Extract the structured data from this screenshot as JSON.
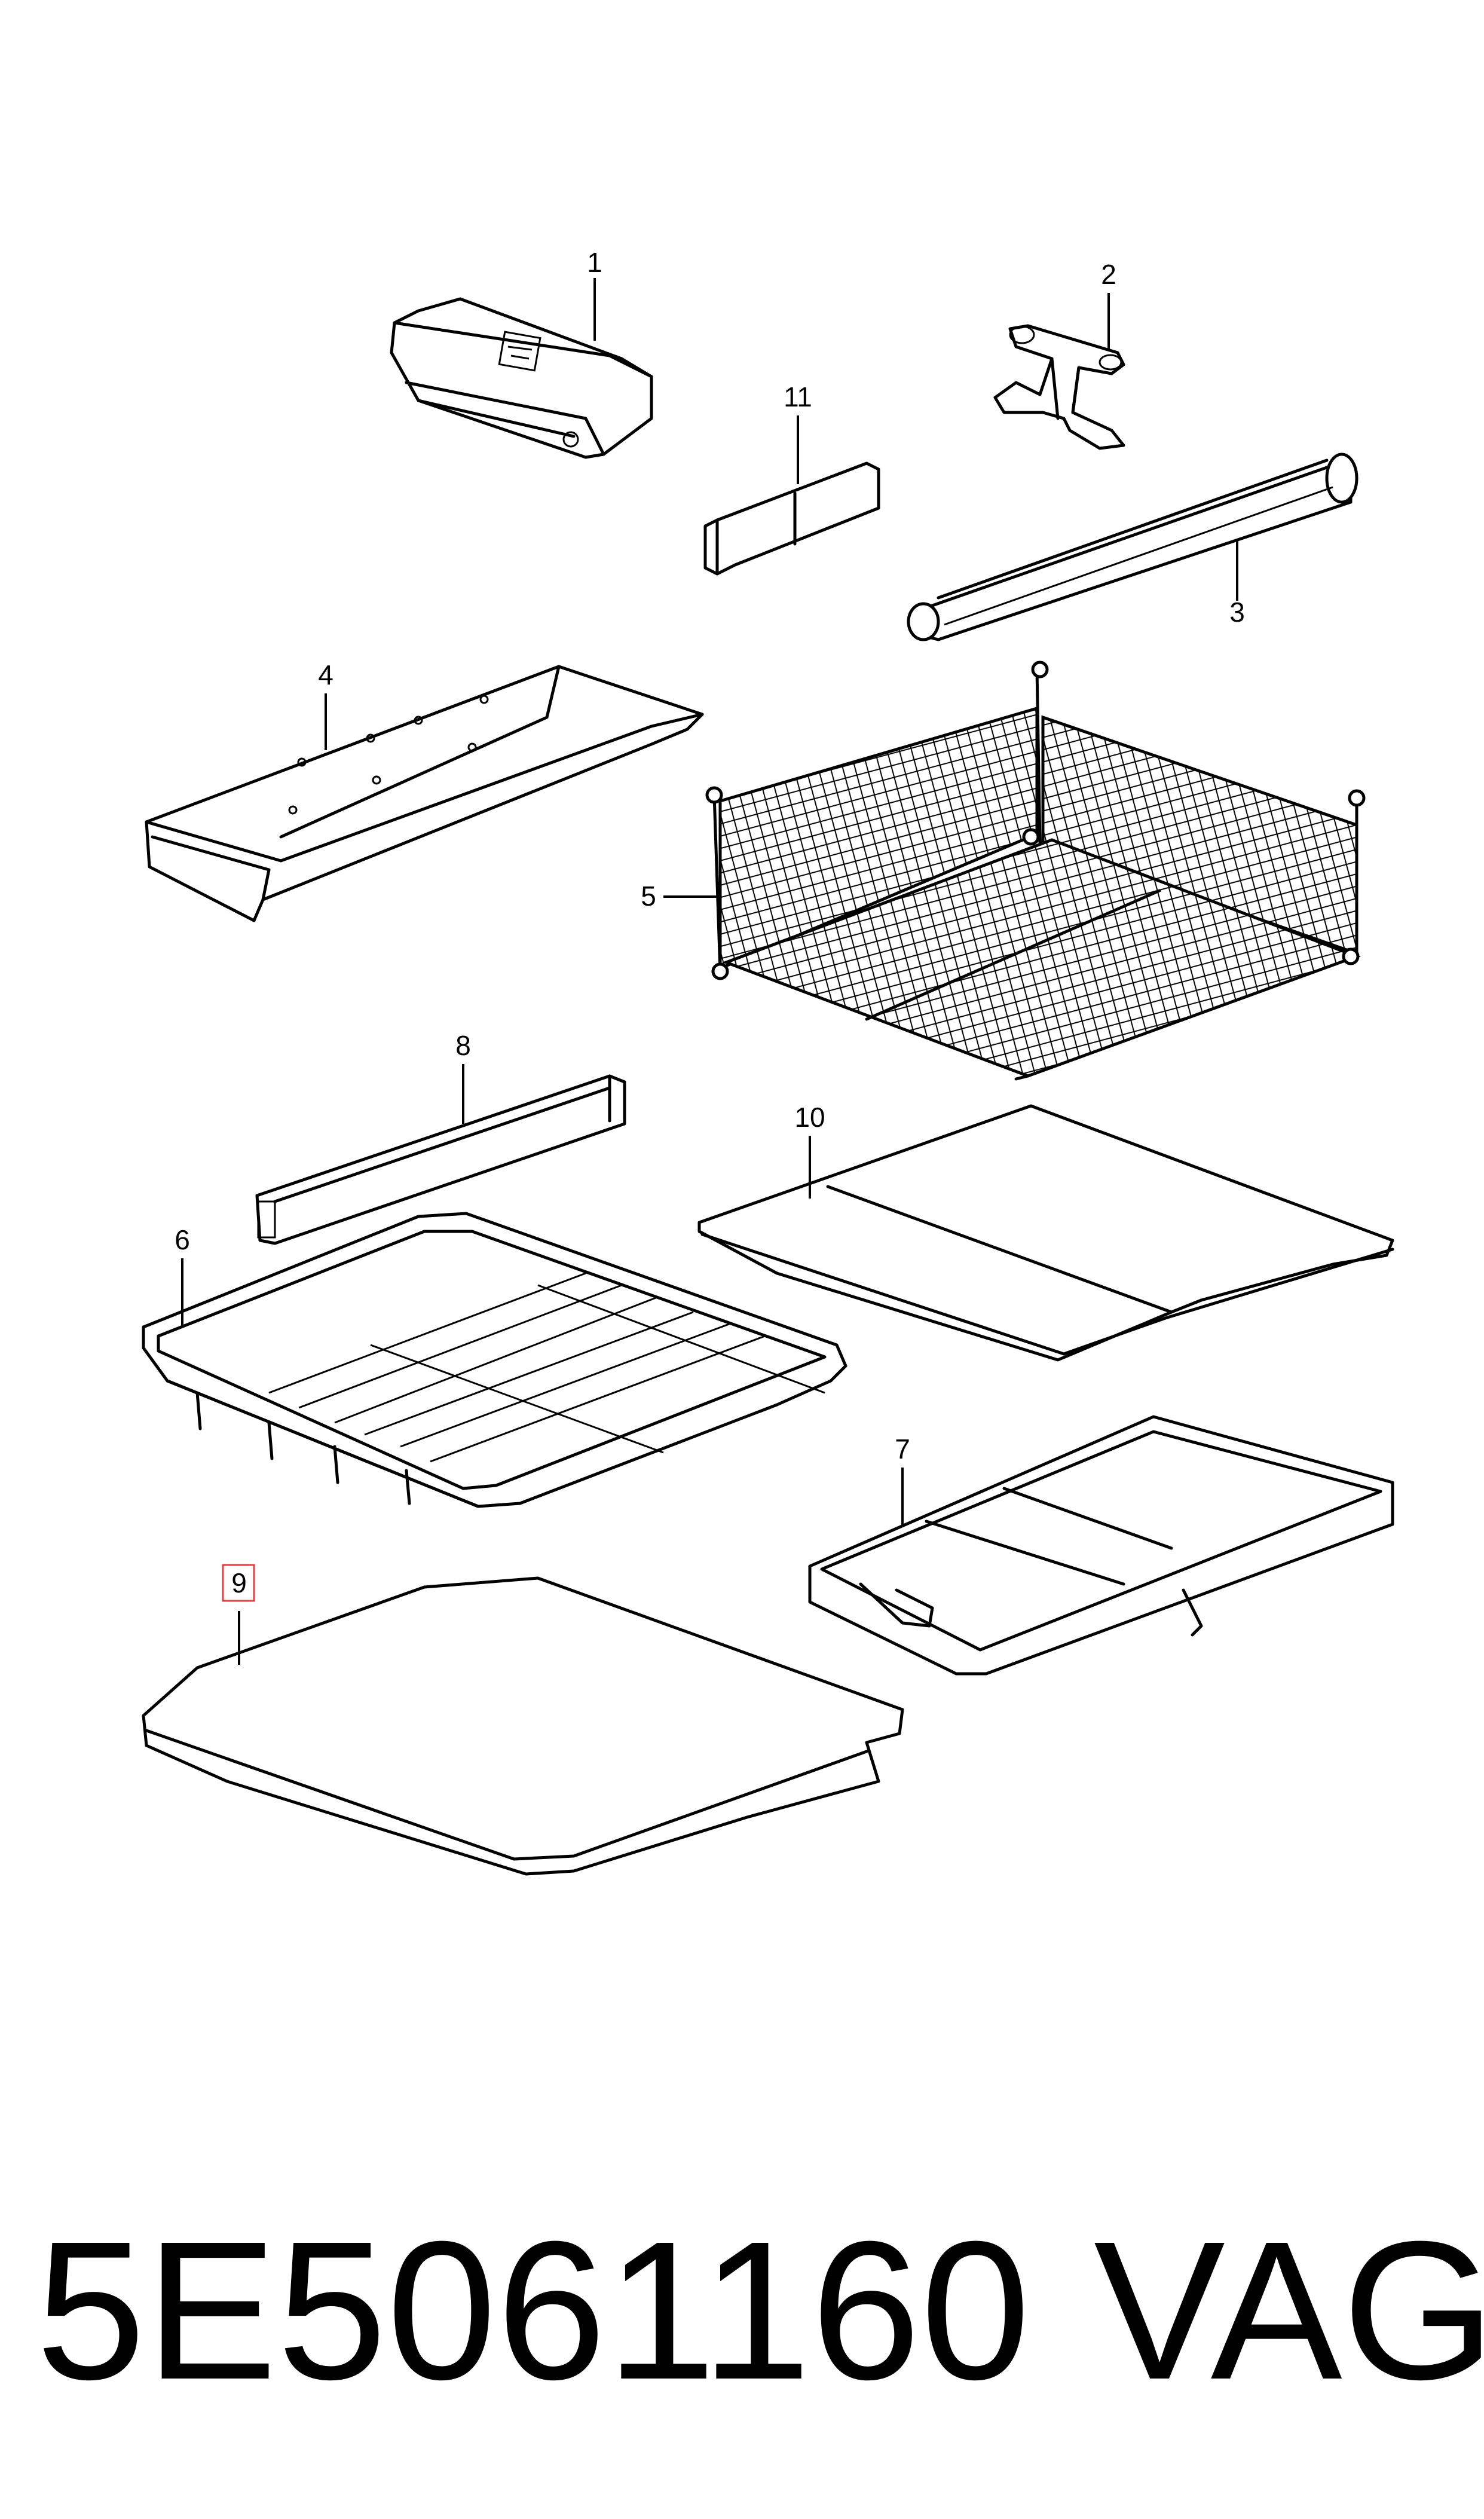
{
  "callouts": [
    {
      "id": "1",
      "label": "1"
    },
    {
      "id": "2",
      "label": "2"
    },
    {
      "id": "3",
      "label": "3"
    },
    {
      "id": "4",
      "label": "4"
    },
    {
      "id": "5",
      "label": "5"
    },
    {
      "id": "6",
      "label": "6"
    },
    {
      "id": "7",
      "label": "7"
    },
    {
      "id": "8",
      "label": "8"
    },
    {
      "id": "9",
      "label": "9"
    },
    {
      "id": "10",
      "label": "10"
    },
    {
      "id": "11",
      "label": "11"
    }
  ],
  "highlighted_callout": "9",
  "highlight_color": "#e04040",
  "footer": {
    "part_number": "5E5061160",
    "brand": "VAG"
  }
}
